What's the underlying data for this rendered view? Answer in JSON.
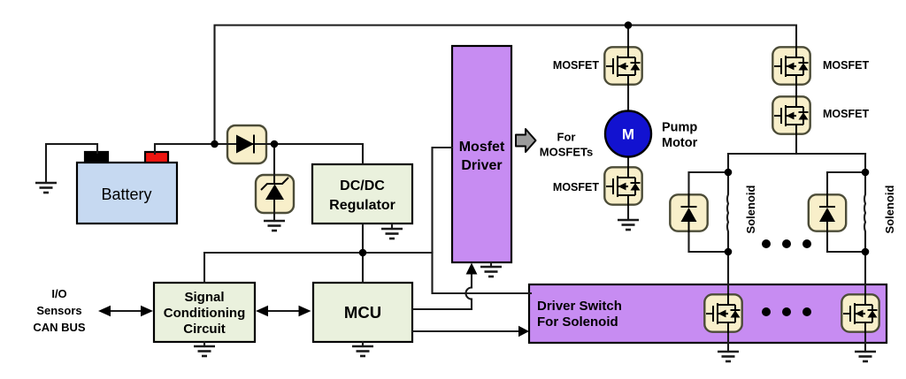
{
  "blocks": {
    "battery": {
      "label": "Battery"
    },
    "dcdc_regulator": {
      "lines": [
        "DC/DC",
        "Regulator"
      ]
    },
    "signal_conditioning": {
      "lines": [
        "Signal",
        "Conditioning",
        "Circuit"
      ]
    },
    "mcu": {
      "label": "MCU"
    },
    "mosfet_driver": {
      "lines": [
        "Mosfet",
        "Driver"
      ]
    },
    "driver_switch": {
      "lines": [
        "Driver Switch",
        "For Solenoid"
      ]
    },
    "pump_motor": {
      "label": "M",
      "caption": [
        "Pump",
        "Motor"
      ]
    }
  },
  "labels": {
    "io": [
      "I/O",
      "Sensors",
      "CAN BUS"
    ],
    "for_mosfets": [
      "For",
      "MOSFETs"
    ],
    "mosfet": "MOSFET",
    "solenoid": "Solenoid"
  },
  "colors": {
    "background": "#ffffff",
    "wire": "#1a1a1a",
    "text": "#000000",
    "battery_fill": "#c6d9f1",
    "terminal_pos": "#ee1510",
    "terminal_neg": "#000000",
    "green_fill": "#eaf1dd",
    "purple_fill": "#c78cf2",
    "tan_fill": "#f8efca",
    "tan_border": "#4c4c38",
    "motor_fill": "#1212d0",
    "motor_text": "#ffffff",
    "gray_arrow": "#9b9b9b"
  }
}
